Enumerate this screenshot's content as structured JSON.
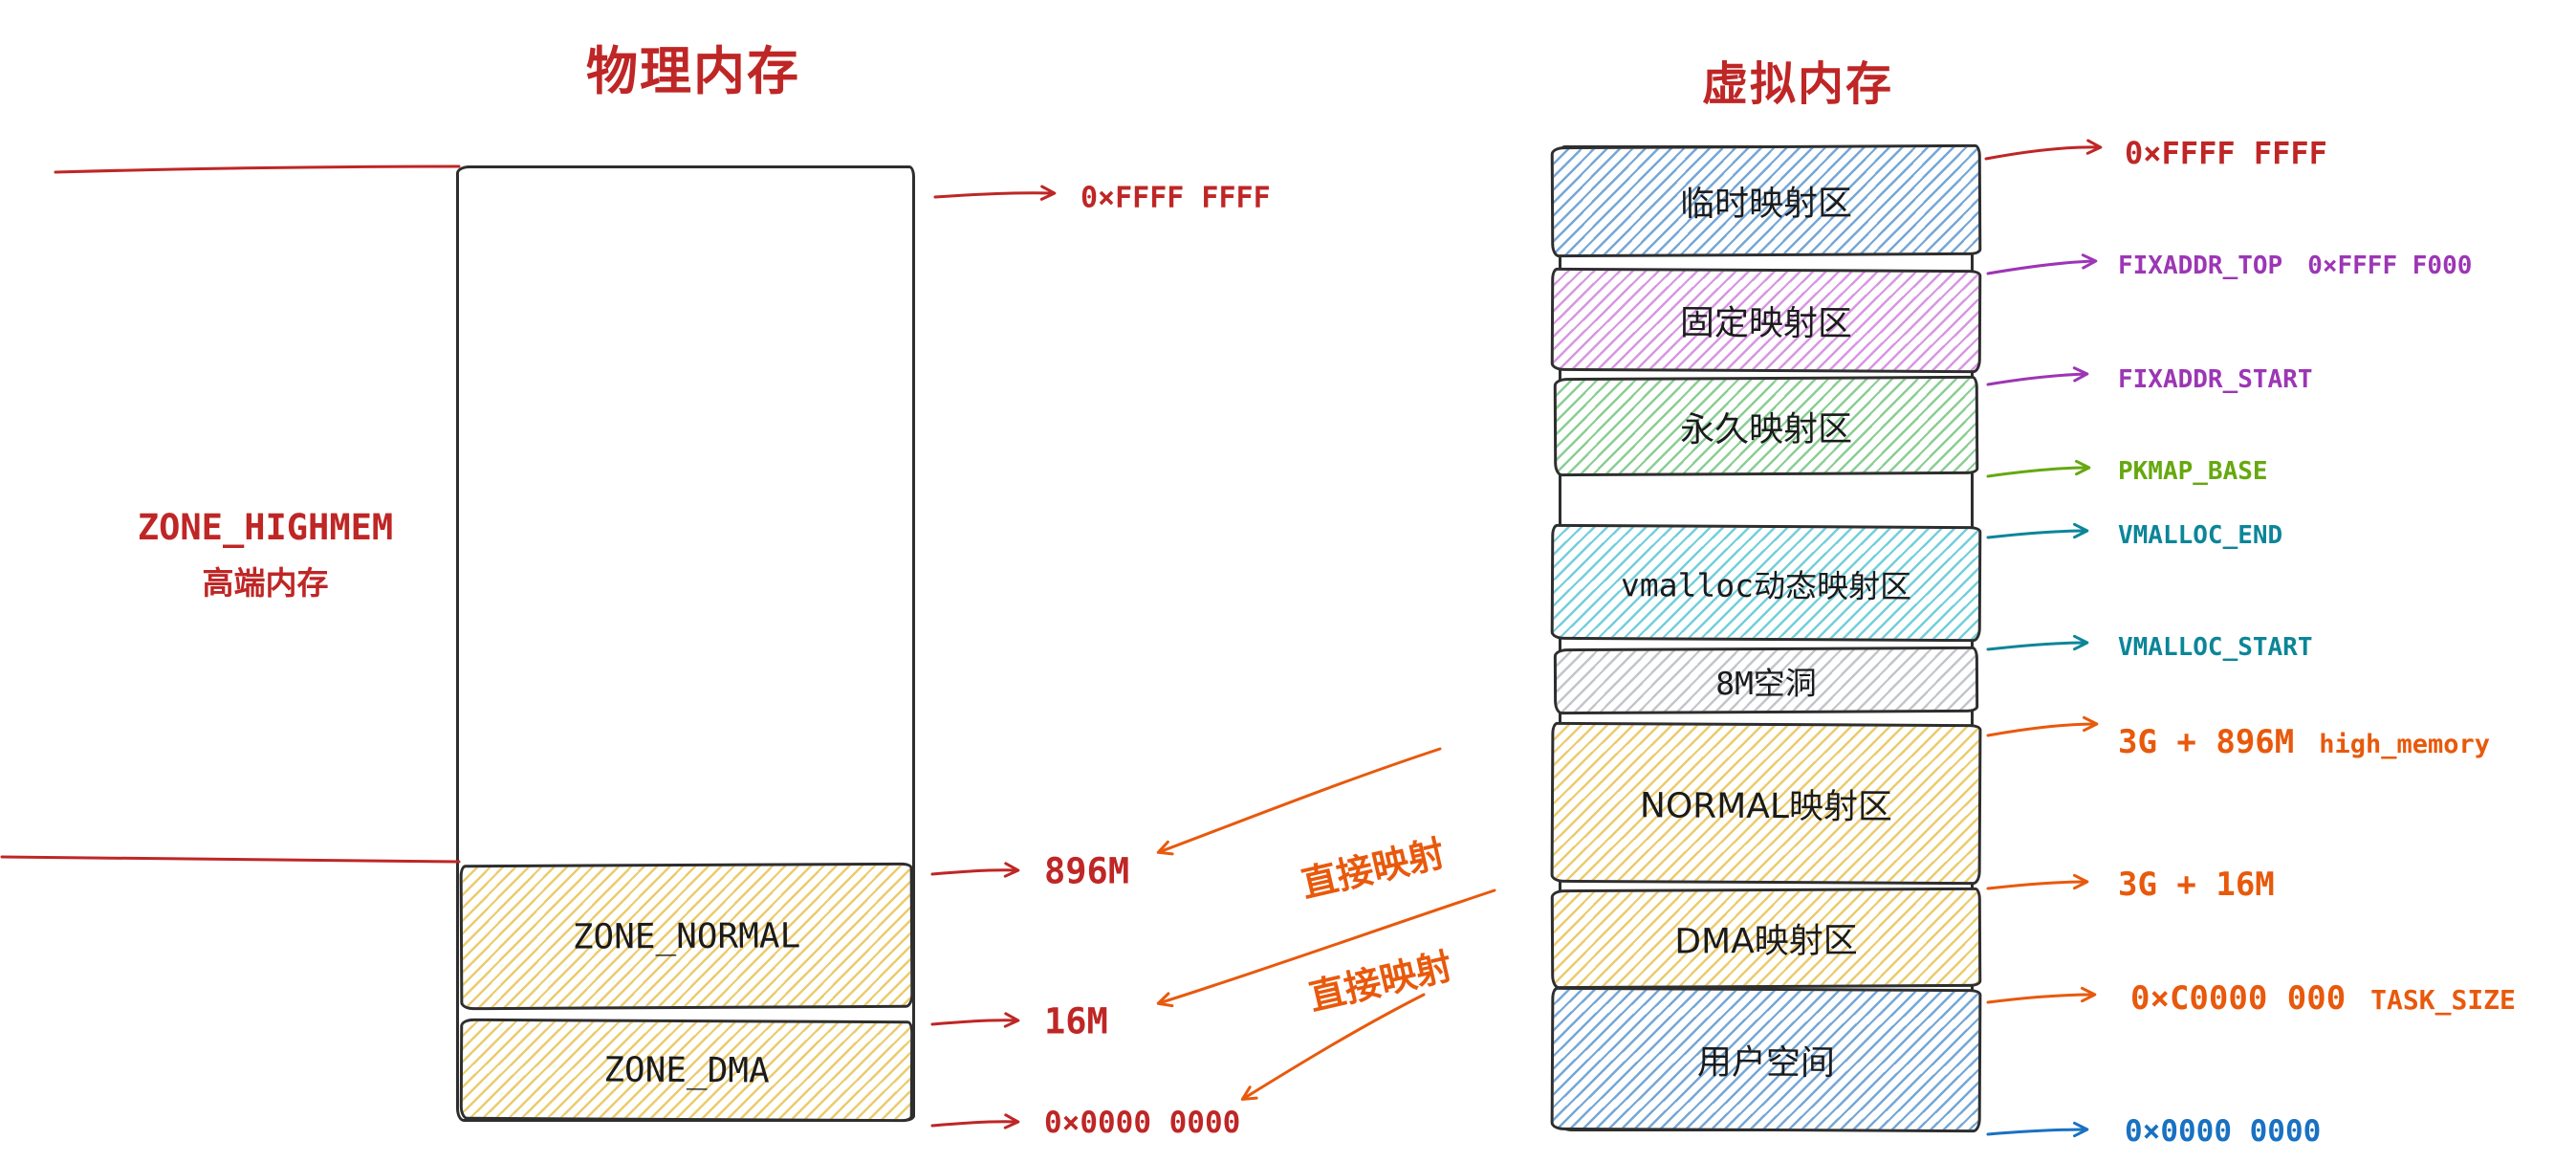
{
  "colors": {
    "red": "#bf2626",
    "purple": "#9c36b5",
    "green": "#66a80f",
    "teal": "#0c8599",
    "orange": "#e8590c",
    "blue": "#1971c2",
    "box_border": "#2e2e2e",
    "hatch_yellow": "#e7c354",
    "hatch_blue": "#5391cc",
    "hatch_purple": "#cd7ddb",
    "hatch_green": "#76c682",
    "hatch_cyan": "#50c3d2",
    "hatch_gray": "#b2b8be"
  },
  "physical": {
    "title": "物理内存",
    "highmem": {
      "line1": "ZONE_HIGHMEM",
      "line2": "高端内存"
    },
    "zone_normal": "ZONE_NORMAL",
    "zone_dma": "ZONE_DMA",
    "markers": {
      "top": "0×FFFF FFFF",
      "m896": "896M",
      "m16": "16M",
      "bottom": "0×0000 0000"
    }
  },
  "virtual": {
    "title": "虚拟内存",
    "blocks": {
      "temp": "临时映射区",
      "fixed": "固定映射区",
      "perm": "永久映射区",
      "vmalloc": "vmalloc动态映射区",
      "hole": "8M空洞",
      "normal": "NORMAL映射区",
      "dma": "DMA映射区",
      "user": "用户空间"
    },
    "markers": {
      "top": "0×FFFF FFFF",
      "fixaddr_top": "FIXADDR_TOP",
      "fixaddr_top_extra": "0×FFFF F000",
      "fixaddr_start": "FIXADDR_START",
      "pkmap_base": "PKMAP_BASE",
      "vmalloc_end": "VMALLOC_END",
      "vmalloc_start": "VMALLOC_START",
      "high_mem": "3G + 896M",
      "high_mem_extra": "high_memory",
      "m3g16": "3G + 16M",
      "task_size": "0×C0000 000",
      "task_size_extra": "TASK_SIZE",
      "bottom": "0×0000 0000"
    }
  },
  "mapping": {
    "label1": "直接映射",
    "label2": "直接映射"
  }
}
